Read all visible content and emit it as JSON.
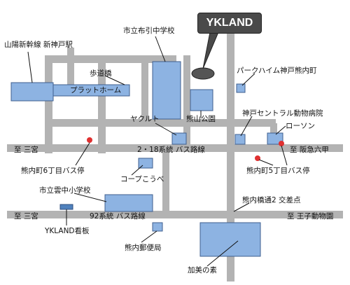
{
  "labels": {
    "shinkansen": "山陽新幹線 新神戸駅",
    "nunobiki_school": "市立布引中学校",
    "ykland_pin": "YKLAND",
    "footbridge": "歩道橋",
    "platform": "プラットホーム",
    "park_heim": "パークハイム神戸熊内町",
    "kumayama_park": "熊山公園",
    "yakult": "ヤクルト",
    "animal_hospital": "神戸セントラル動物病院",
    "lawson": "ローソン",
    "to_sannomiya_1": "至 三宮",
    "route_218": "2・18系統 バス路線",
    "to_hankyu": "至 阪急六甲",
    "bus_stop_6": "熊内町6丁目バス停",
    "coop": "コープこうべ",
    "bus_stop_5": "熊内町5丁目バス停",
    "unchu_school": "市立雲中小学校",
    "kumauchi_bashi": "熊内橋通2 交差点",
    "to_sannomiya_2": "至 三宮",
    "route_92": "92系統 バス路線",
    "to_oji_zoo": "至 王子動物園",
    "ykland_sign": "YKLAND看板",
    "post_office": "熊内郵便局",
    "kami_no_moto": "加美の素"
  },
  "colors": {
    "road": "#b3b3b3",
    "building": "#8db3e2",
    "building_border": "#3f5f8f",
    "sign": "#4f81bd",
    "bus_stop": "#e03030",
    "pin": "#555555"
  }
}
